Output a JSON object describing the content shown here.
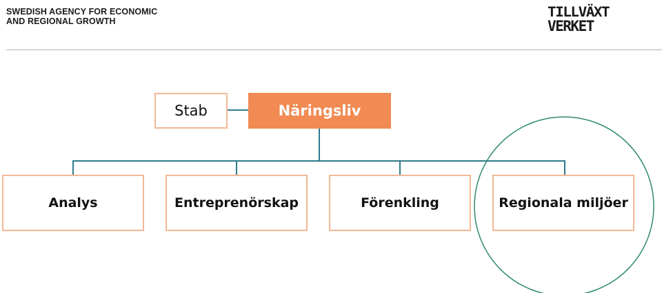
{
  "header": {
    "agency_line1": "SWEDISH AGENCY FOR ECONOMIC",
    "agency_line2": "AND REGIONAL GROWTH",
    "logo_line1": "TILLVÄXT",
    "logo_line2": "VERKET"
  },
  "org_chart": {
    "staff_unit": "Stab",
    "main_unit": "Näringsliv",
    "departments": [
      "Analys",
      "Entreprenörskap",
      "Förenkling",
      "Regionala miljöer"
    ],
    "highlighted_department": "Regionala miljöer"
  },
  "colors": {
    "main_fill": "#f18a53",
    "box_border": "#f3b795",
    "connector": "#2e7a8c",
    "highlight_circle": "#2e8b6a",
    "header_rule": "#b0b0b0"
  }
}
